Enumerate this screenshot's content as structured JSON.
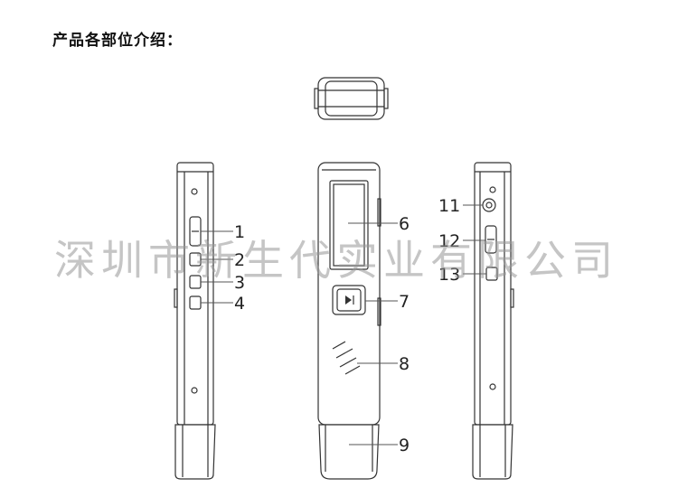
{
  "title": "产品各部位介绍：",
  "watermark": "深圳市新生代实业有限公司",
  "callouts": [
    "1",
    "2",
    "3",
    "4",
    "6",
    "7",
    "8",
    "9",
    "11",
    "12",
    "13"
  ]
}
